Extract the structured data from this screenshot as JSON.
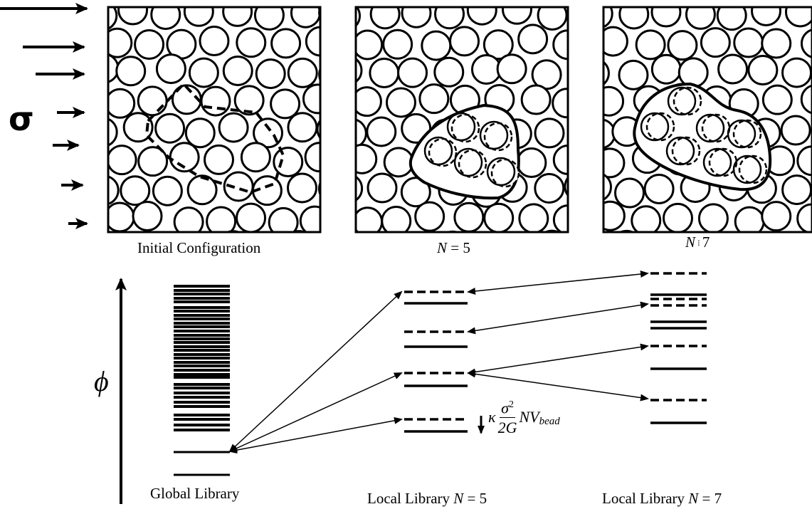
{
  "stress_symbol": "σ",
  "phi_symbol": "ϕ",
  "panels": [
    {
      "caption": "Initial Configuration"
    },
    {
      "caption_var": "N",
      "caption_val": "= 5"
    },
    {
      "caption_var": "N",
      "caption_val": "7"
    }
  ],
  "libraries": {
    "global": "Global Library",
    "local5_prefix": "Local Library ",
    "local5_var": "N",
    "local5_val": " = 5",
    "local7_prefix": "Local Library ",
    "local7_var": "N",
    "local7_val": " = 7"
  },
  "formula": {
    "kappa": "κ",
    "numerator": "σ",
    "exponent": "2",
    "denominator": "2G",
    "tail": "NV",
    "subscript": "bead"
  }
}
